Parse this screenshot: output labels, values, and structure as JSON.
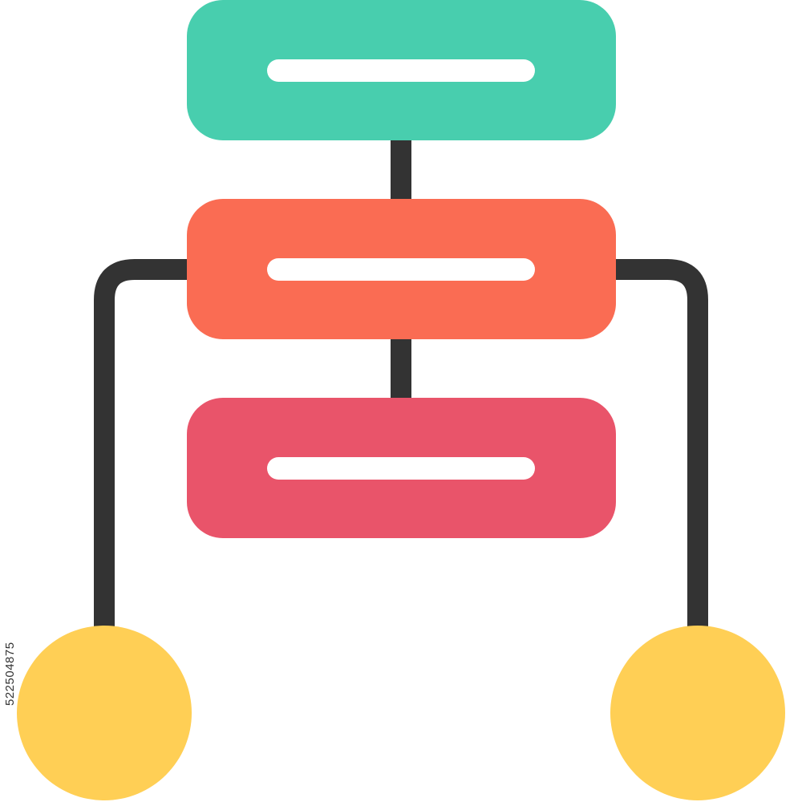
{
  "diagram": {
    "type": "flowchart-icon",
    "colors": {
      "connector": "#333333",
      "top_box": "#48CEAE",
      "middle_box": "#FA6C53",
      "bottom_box": "#E9546A",
      "end_node": "#FFCF55",
      "text_line": "#FFFFFF",
      "background": "#FFFFFF"
    },
    "nodes": [
      {
        "id": "top-box",
        "shape": "rounded-rect",
        "color_key": "top_box"
      },
      {
        "id": "middle-box",
        "shape": "rounded-rect",
        "color_key": "middle_box"
      },
      {
        "id": "bottom-box",
        "shape": "rounded-rect",
        "color_key": "bottom_box"
      },
      {
        "id": "left-end-node",
        "shape": "circle",
        "color_key": "end_node"
      },
      {
        "id": "right-end-node",
        "shape": "circle",
        "color_key": "end_node"
      }
    ],
    "edges": [
      {
        "from": "top-box",
        "to": "middle-box"
      },
      {
        "from": "middle-box",
        "to": "bottom-box"
      },
      {
        "from": "middle-box",
        "to": "left-end-node"
      },
      {
        "from": "middle-box",
        "to": "right-end-node"
      }
    ]
  },
  "watermark": {
    "stock_id": "522504875"
  }
}
